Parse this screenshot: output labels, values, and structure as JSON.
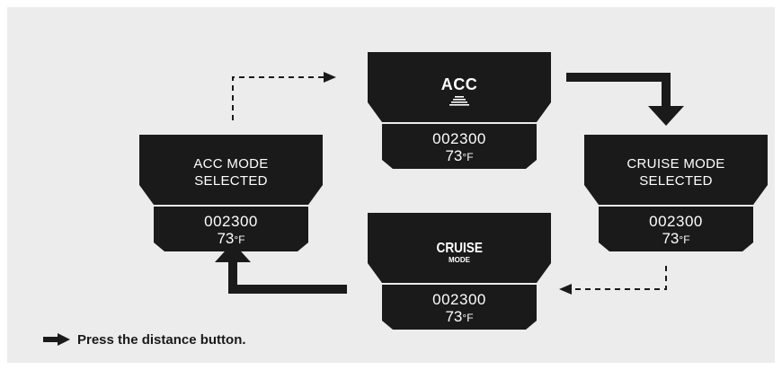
{
  "displays": {
    "acc": {
      "title": "ACC",
      "icon": "acc-distance-bars-icon",
      "odometer": "002300",
      "temp_value": "73",
      "temp_unit": "°F"
    },
    "cruise_selected": {
      "line1": "CRUISE MODE",
      "line2": "SELECTED",
      "odometer": "002300",
      "temp_value": "73",
      "temp_unit": "°F"
    },
    "cruise": {
      "title": "CRUISE",
      "subtitle": "MODE",
      "odometer": "002300",
      "temp_value": "73",
      "temp_unit": "°F"
    },
    "acc_selected": {
      "line1": "ACC MODE",
      "line2": "SELECTED",
      "odometer": "002300",
      "temp_value": "73",
      "temp_unit": "°F"
    }
  },
  "legend": {
    "icon": "right-arrow-icon",
    "text": "Press the distance button."
  },
  "colors": {
    "background": "#ececec",
    "display": "#1a1a1a",
    "display_text": "#ffffff",
    "arrow": "#1a1a1a"
  }
}
